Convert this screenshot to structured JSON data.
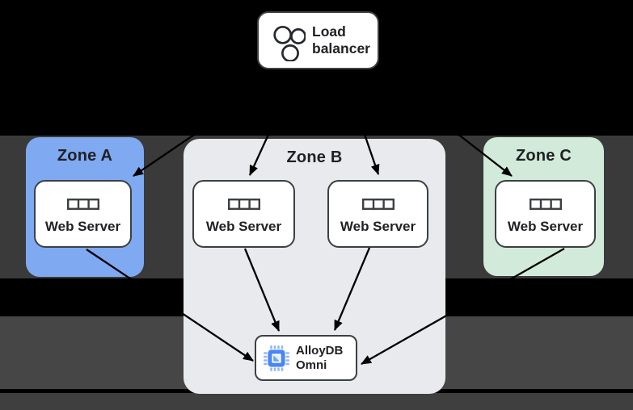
{
  "diagram": {
    "load_balancer": {
      "label": "Load balancer",
      "icon": "three-circles-icon"
    },
    "zones": [
      {
        "id": "zone-a",
        "name": "Zone A",
        "color": "#7fa9f0",
        "servers": [
          "Web Server"
        ]
      },
      {
        "id": "zone-b",
        "name": "Zone B",
        "color": "#e9eaee",
        "servers": [
          "Web Server",
          "Web Server"
        ]
      },
      {
        "id": "zone-c",
        "name": "Zone C",
        "color": "#d2ead9",
        "servers": [
          "Web Server"
        ]
      }
    ],
    "database": {
      "name_line1": "AlloyDB",
      "name_line2": "Omni",
      "icon": "chip-icon"
    },
    "edges": [
      {
        "from": "load-balancer",
        "to": "zone-a-web-server"
      },
      {
        "from": "load-balancer",
        "to": "zone-b-web-server-1"
      },
      {
        "from": "load-balancer",
        "to": "zone-b-web-server-2"
      },
      {
        "from": "load-balancer",
        "to": "zone-c-web-server"
      },
      {
        "from": "zone-a-web-server",
        "to": "alloydb-omni"
      },
      {
        "from": "zone-b-web-server-1",
        "to": "alloydb-omni"
      },
      {
        "from": "zone-b-web-server-2",
        "to": "alloydb-omni"
      },
      {
        "from": "zone-c-web-server",
        "to": "alloydb-omni"
      }
    ],
    "colors": {
      "background": "#000000",
      "band_upper": "#3a3a3a",
      "band_lower": "#464646",
      "band_bottom": "#3f3f3f",
      "zone_a_blue": "#7fa9f0",
      "zone_b_gray": "#e9eaee",
      "zone_c_green": "#d2ead9",
      "node_fill": "#ffffff",
      "node_border": "#3c4043",
      "text": "#202124",
      "arrow": "#000000",
      "chip_blue": "#4a86f5",
      "chip_pin_blue": "#93b7f8"
    }
  }
}
